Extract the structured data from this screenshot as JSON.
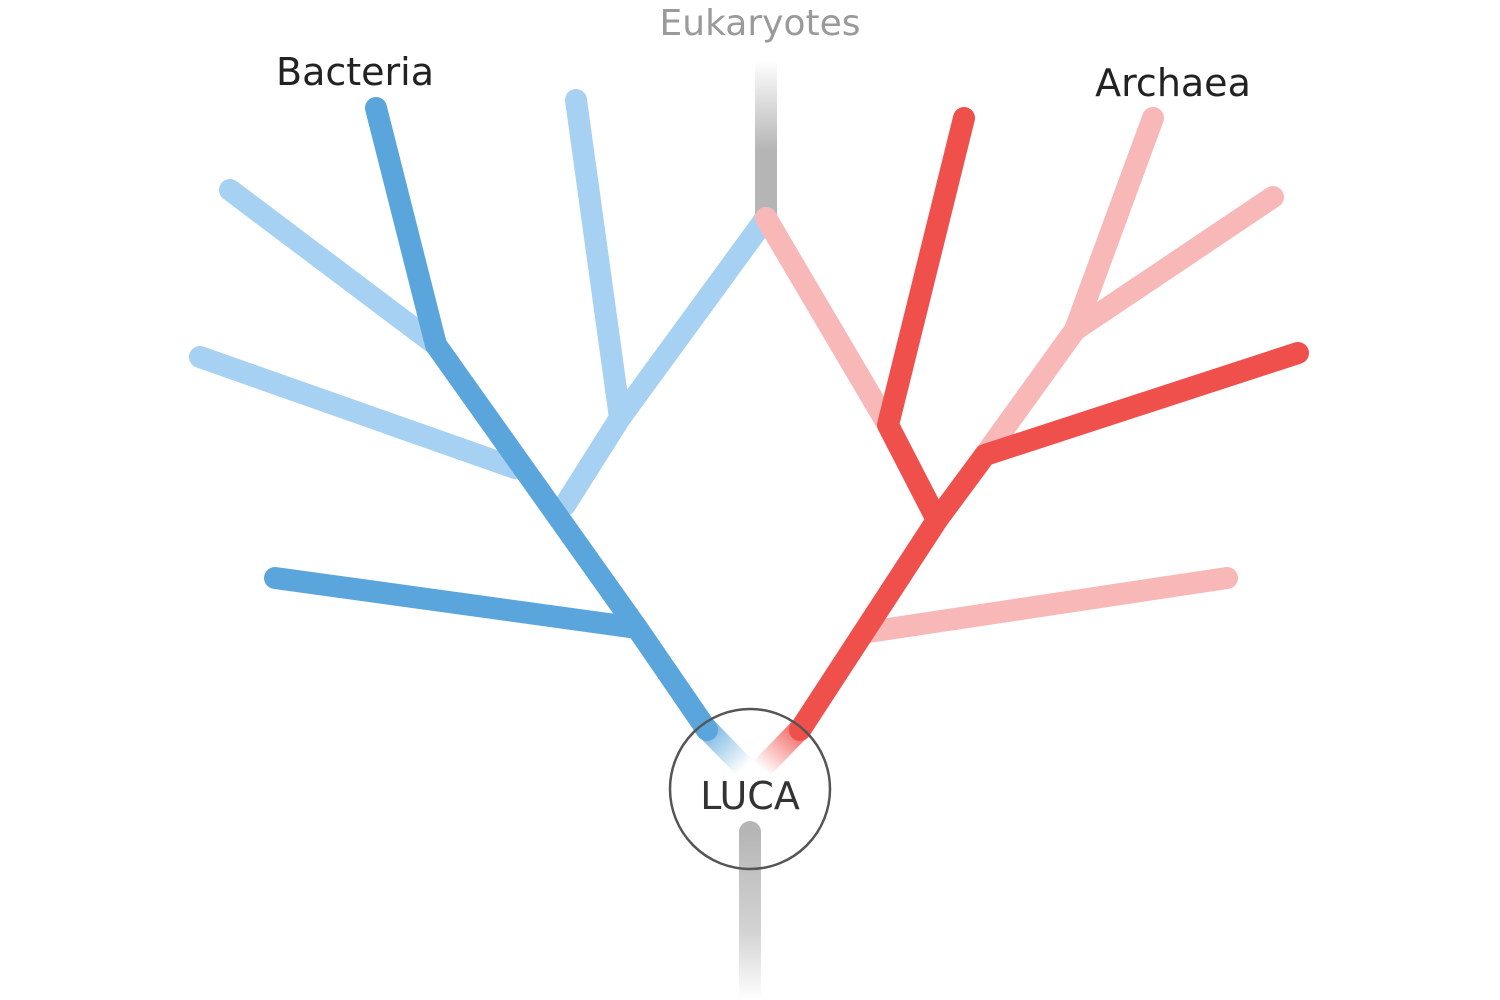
{
  "labels": {
    "bacteria": "Bacteria",
    "eukaryotes": "Eukaryotes",
    "archaea": "Archaea",
    "root": "LUCA"
  },
  "colors": {
    "bacteria_dark": "#5aa6dc",
    "bacteria_light": "#a6d1f2",
    "archaea_dark": "#f0504b",
    "archaea_light": "#f8b8b7",
    "eukaryote_gray": "#b5b5b5",
    "eukaryote_label": "#9a9a9a",
    "text": "#222222",
    "circle": "#555555"
  }
}
